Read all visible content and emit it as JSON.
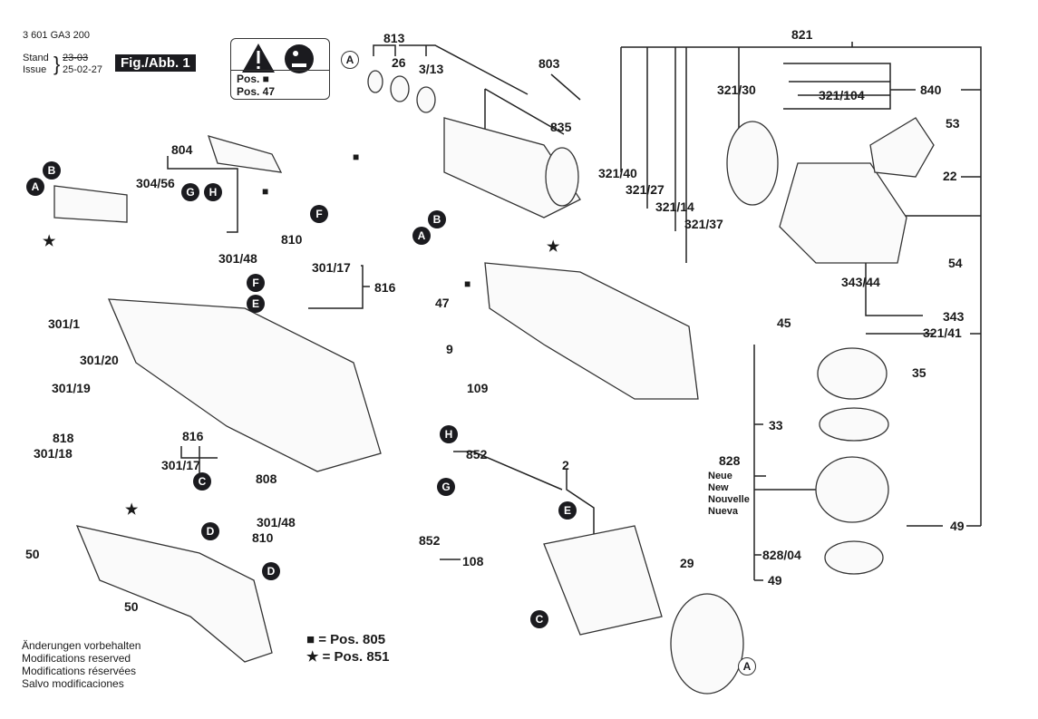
{
  "header": {
    "part_number": "3 601 GA3 200",
    "stand_label": "Stand",
    "issue_label": "Issue",
    "old_date": "23-03",
    "new_date": "25-02-27",
    "figure_label": "Fig./Abb. 1"
  },
  "warning_box": {
    "icons": [
      "warning-triangle-icon",
      "read-manual-icon"
    ],
    "line1": "Pos. ■",
    "line2": "Pos. 47"
  },
  "markers": {
    "A": "A",
    "B": "B",
    "C": "C",
    "D": "D",
    "E": "E",
    "F": "F",
    "G": "G",
    "H": "H",
    "square": "■",
    "star": "★"
  },
  "labels": {
    "p813": "813",
    "p26": "26",
    "p3_13": "3/13",
    "p803": "803",
    "p835": "835",
    "p821": "821",
    "p321_30": "321/30",
    "p321_104": "321/104",
    "p840": "840",
    "p53": "53",
    "p22": "22",
    "p321_40": "321/40",
    "p321_27": "321/27",
    "p321_14": "321/14",
    "p321_37": "321/37",
    "p54": "54",
    "p343_44": "343/44",
    "p343": "343",
    "p45": "45",
    "p321_41": "321/41",
    "p35": "35",
    "p33": "33",
    "p828": "828",
    "p828_04": "828/04",
    "p49a": "49",
    "p49b": "49",
    "p804": "804",
    "p304_56": "304/56",
    "p810a": "810",
    "p301_48a": "301/48",
    "p301_17a": "301/17",
    "p816a": "816",
    "p47": "47",
    "p9": "9",
    "p109": "109",
    "p301_1": "301/1",
    "p301_20": "301/20",
    "p301_19": "301/19",
    "p818": "818",
    "p301_18": "301/18",
    "p816b": "816",
    "p301_17b": "301/17",
    "p808": "808",
    "p301_48b": "301/48",
    "p810b": "810",
    "p852a": "852",
    "p852b": "852",
    "p2": "2",
    "p108": "108",
    "p29": "29",
    "p50a": "50",
    "p50b": "50"
  },
  "new_note": [
    "Neue",
    "New",
    "Nouvelle",
    "Nueva"
  ],
  "modifications_note": [
    "Änderungen vorbehalten",
    "Modifications reserved",
    "Modifications réservées",
    "Salvo modificaciones"
  ],
  "legend": [
    {
      "symbol": "■",
      "text": "= Pos. 805"
    },
    {
      "symbol": "★",
      "text": "= Pos. 851"
    }
  ]
}
